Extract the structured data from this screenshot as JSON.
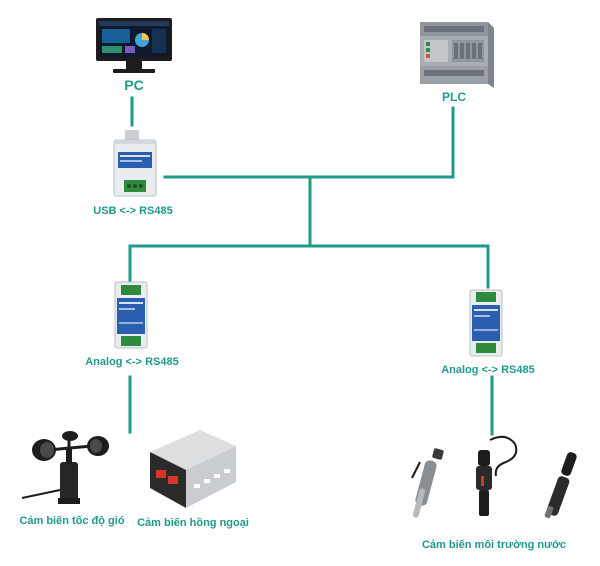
{
  "colors": {
    "line": "#1f9a8a",
    "label": "#1f9a8a",
    "module_blue": "#2a5fb0",
    "module_white": "#e9edf0",
    "terminal_green": "#2e8b3e",
    "plc_gray": "#a7adb3",
    "dark": "#1d1d1d"
  },
  "icons": {
    "pc": "monitor-icon",
    "plc": "plc-icon",
    "usb_converter": "usb-rs485-converter-icon",
    "analog_converter": "analog-rs485-module-icon",
    "anemometer": "anemometer-icon",
    "ir_sensor": "infrared-sensor-box-icon",
    "water_probe": "water-probe-icon"
  },
  "nodes": {
    "pc": {
      "label": "PC"
    },
    "plc": {
      "label": "PLC"
    },
    "usb_converter": {
      "label": "USB <-> RS485"
    },
    "analog_left": {
      "label": "Analog <-> RS485"
    },
    "analog_right": {
      "label": "Analog <-> RS485"
    },
    "wind_sensor": {
      "label": "Cảm biến tốc độ gió"
    },
    "ir_sensor": {
      "label": "Cảm biến hồng ngoại"
    },
    "water_sensor": {
      "label": "Cảm biến môi trường nước"
    }
  }
}
